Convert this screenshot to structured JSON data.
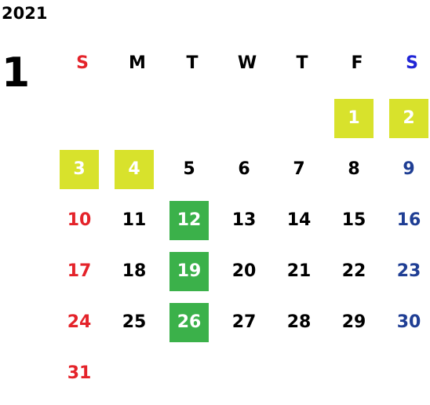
{
  "year": "2021",
  "month": "1",
  "weekdays": [
    "S",
    "M",
    "T",
    "W",
    "T",
    "F",
    "S"
  ],
  "colors": {
    "sunday": "#e4232a",
    "saturday_header": "#1f24d6",
    "saturday_day": "#1f3e94",
    "holiday_yellow": "#d8e22c",
    "highlight_green": "#3bb14a"
  },
  "weeks": [
    [
      null,
      null,
      null,
      null,
      null,
      {
        "d": "1",
        "hl": "yellow"
      },
      {
        "d": "2",
        "hl": "yellow"
      }
    ],
    [
      {
        "d": "3",
        "hl": "yellow"
      },
      {
        "d": "4",
        "hl": "yellow"
      },
      {
        "d": "5"
      },
      {
        "d": "6"
      },
      {
        "d": "7"
      },
      {
        "d": "8"
      },
      {
        "d": "9"
      }
    ],
    [
      {
        "d": "10"
      },
      {
        "d": "11"
      },
      {
        "d": "12",
        "hl": "green"
      },
      {
        "d": "13"
      },
      {
        "d": "14"
      },
      {
        "d": "15"
      },
      {
        "d": "16"
      }
    ],
    [
      {
        "d": "17"
      },
      {
        "d": "18"
      },
      {
        "d": "19",
        "hl": "green"
      },
      {
        "d": "20"
      },
      {
        "d": "21"
      },
      {
        "d": "22"
      },
      {
        "d": "23"
      }
    ],
    [
      {
        "d": "24"
      },
      {
        "d": "25"
      },
      {
        "d": "26",
        "hl": "green"
      },
      {
        "d": "27"
      },
      {
        "d": "28"
      },
      {
        "d": "29"
      },
      {
        "d": "30"
      }
    ],
    [
      {
        "d": "31"
      },
      null,
      null,
      null,
      null,
      null,
      null
    ]
  ]
}
